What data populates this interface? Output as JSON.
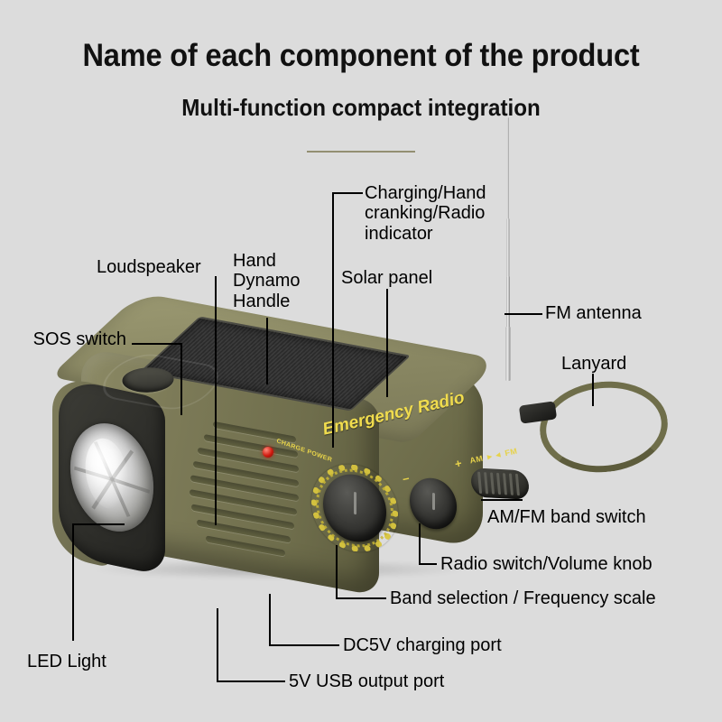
{
  "header": {
    "title": "Name of each component of the product",
    "subtitle": "Multi-function compact integration"
  },
  "product": {
    "brand_text": "Emergency Radio",
    "indicator_text": "CHARGE\nPOWER",
    "band_switch_text": "AM ►◄ FM",
    "volume_minus": "−",
    "volume_plus": "+"
  },
  "colors": {
    "background": "#dcdcdc",
    "body_olive": "#7a7a58",
    "body_olive_dark": "#5d5c3e",
    "bezel_dark": "#2e2e2a",
    "accent_yellow": "#f0dc4e",
    "led_red": "#d01b10",
    "label_text": "#000000",
    "divider": "#938f72"
  },
  "callouts": [
    {
      "id": "sos-switch",
      "label": "SOS switch"
    },
    {
      "id": "loudspeaker",
      "label": "Loudspeaker"
    },
    {
      "id": "hand-dynamo",
      "label": "Hand\nDynamo\nHandle"
    },
    {
      "id": "charging-indicator",
      "label": "Charging/Hand\ncranking/Radio\nindicator"
    },
    {
      "id": "solar-panel",
      "label": "Solar panel"
    },
    {
      "id": "fm-antenna",
      "label": "FM antenna"
    },
    {
      "id": "lanyard",
      "label": "Lanyard"
    },
    {
      "id": "amfm-band-switch",
      "label": "AM/FM band switch"
    },
    {
      "id": "radio-volume-knob",
      "label": "Radio switch/Volume knob"
    },
    {
      "id": "band-selection",
      "label": "Band selection / Frequency scale"
    },
    {
      "id": "dc5v-charging",
      "label": "DC5V charging port"
    },
    {
      "id": "usb-output",
      "label": "5V USB output port"
    },
    {
      "id": "led-light",
      "label": "LED Light"
    }
  ]
}
